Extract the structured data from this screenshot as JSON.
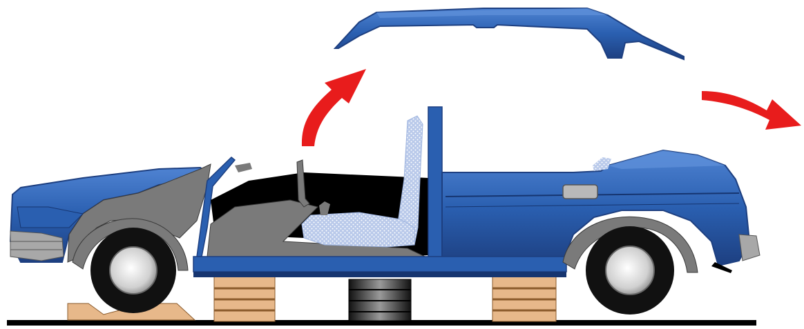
{
  "illustration": {
    "subject": "car-roof-removal",
    "colors": {
      "body_blue": "#2a5fb0",
      "body_blue_dark": "#1d3f80",
      "body_blue_light": "#5d8fd8",
      "interior_gray": "#7a7a7a",
      "interior_black": "#000000",
      "seat_pattern": "#b9c9ea",
      "arrow_red": "#e81c1c",
      "tire_black": "#111111",
      "hubcap": "#d8d8d8",
      "chrome": "#a8a8a8",
      "wood_block": "#e7b88a",
      "jack_dark": "#2b2b2b",
      "floor": "#000000"
    },
    "icons": {
      "arrow_left": "curved-arrow-up-right",
      "arrow_right": "curved-arrow-down-right"
    }
  }
}
